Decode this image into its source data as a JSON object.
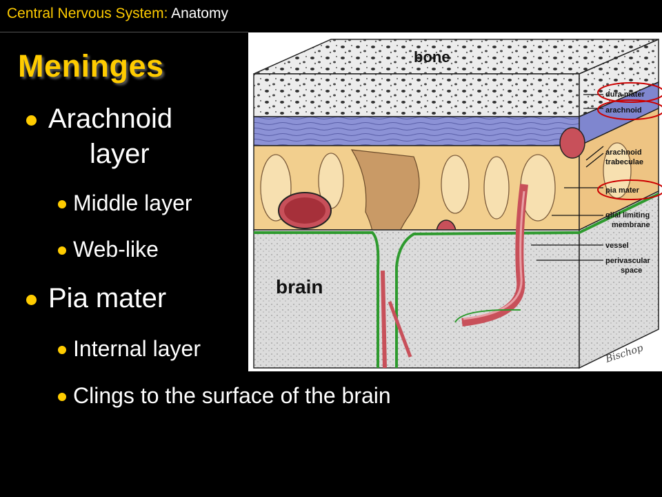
{
  "header": {
    "title_part1": "Central Nervous System:",
    "title_part2": " Anatomy"
  },
  "slide": {
    "title": "Meninges",
    "bullets": [
      {
        "line1": "Arachnoid",
        "line2": "layer",
        "subs": [
          "Middle layer",
          "Web-like"
        ]
      },
      {
        "line1": "Pia mater",
        "subs": [
          "Internal layer",
          "Clings to the surface of the brain"
        ]
      }
    ]
  },
  "diagram": {
    "labels": {
      "bone": "bone",
      "brain": "brain",
      "dura_mater": "dura mater",
      "arachnoid": "arachnoid",
      "arachnoid_trabeculae_1": "arachnoid",
      "arachnoid_trabeculae_2": "trabeculae",
      "pia_mater": "pia mater",
      "glial_1": "glial limiting",
      "glial_2": "membrane",
      "vessel": "vessel",
      "perivascular_1": "perivascular",
      "perivascular_2": "space"
    },
    "colors": {
      "bone": "#e8e8e8",
      "dura": "#8c92d6",
      "arachnoid": "#f2cf8e",
      "trabeculae": "#cfa070",
      "vessel": "#c8505a",
      "brain": "#d9d9d9",
      "pia": "#2e9a2e",
      "highlight": "#cc0000"
    }
  }
}
